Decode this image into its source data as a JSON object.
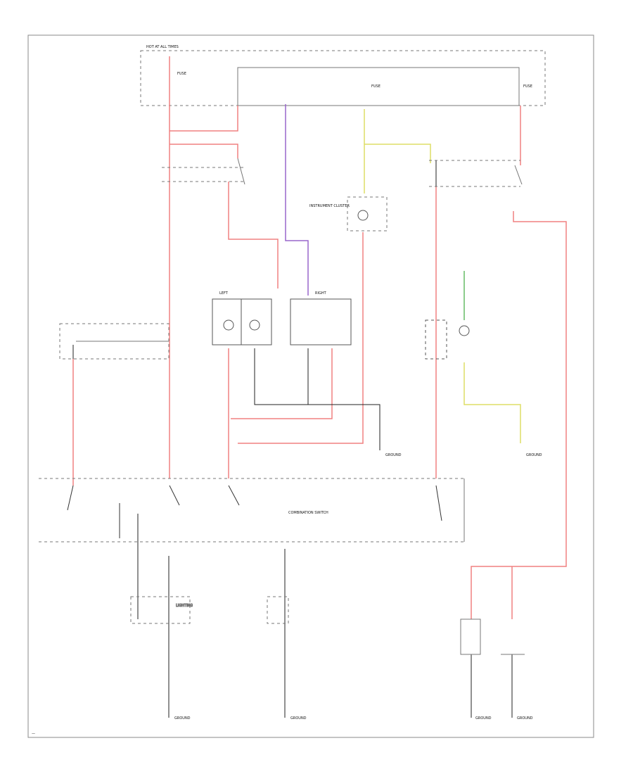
{
  "diagram": {
    "labels": {
      "fuse_box": "HOT AT ALL TIMES",
      "fuse_a": "FUSE",
      "fuse_b": "FUSE",
      "fuse_c": "FUSE",
      "instrument": "INSTRUMENT CLUSTER",
      "left": "LEFT",
      "right": "RIGHT",
      "combination": "COMBINATION SWITCH",
      "ground_a": "GROUND",
      "ground_b": "GROUND",
      "ground_c": "GROUND",
      "ground_d": "GROUND",
      "ground_e": "GROUND",
      "ground_f": "GROUND",
      "lighting": "LIGHTING",
      "corner": "—"
    }
  },
  "colors": {
    "red": "#f08080",
    "purple": "#9966cc",
    "yellow": "#dddd66",
    "green": "#66bb66",
    "black": "#222222"
  }
}
